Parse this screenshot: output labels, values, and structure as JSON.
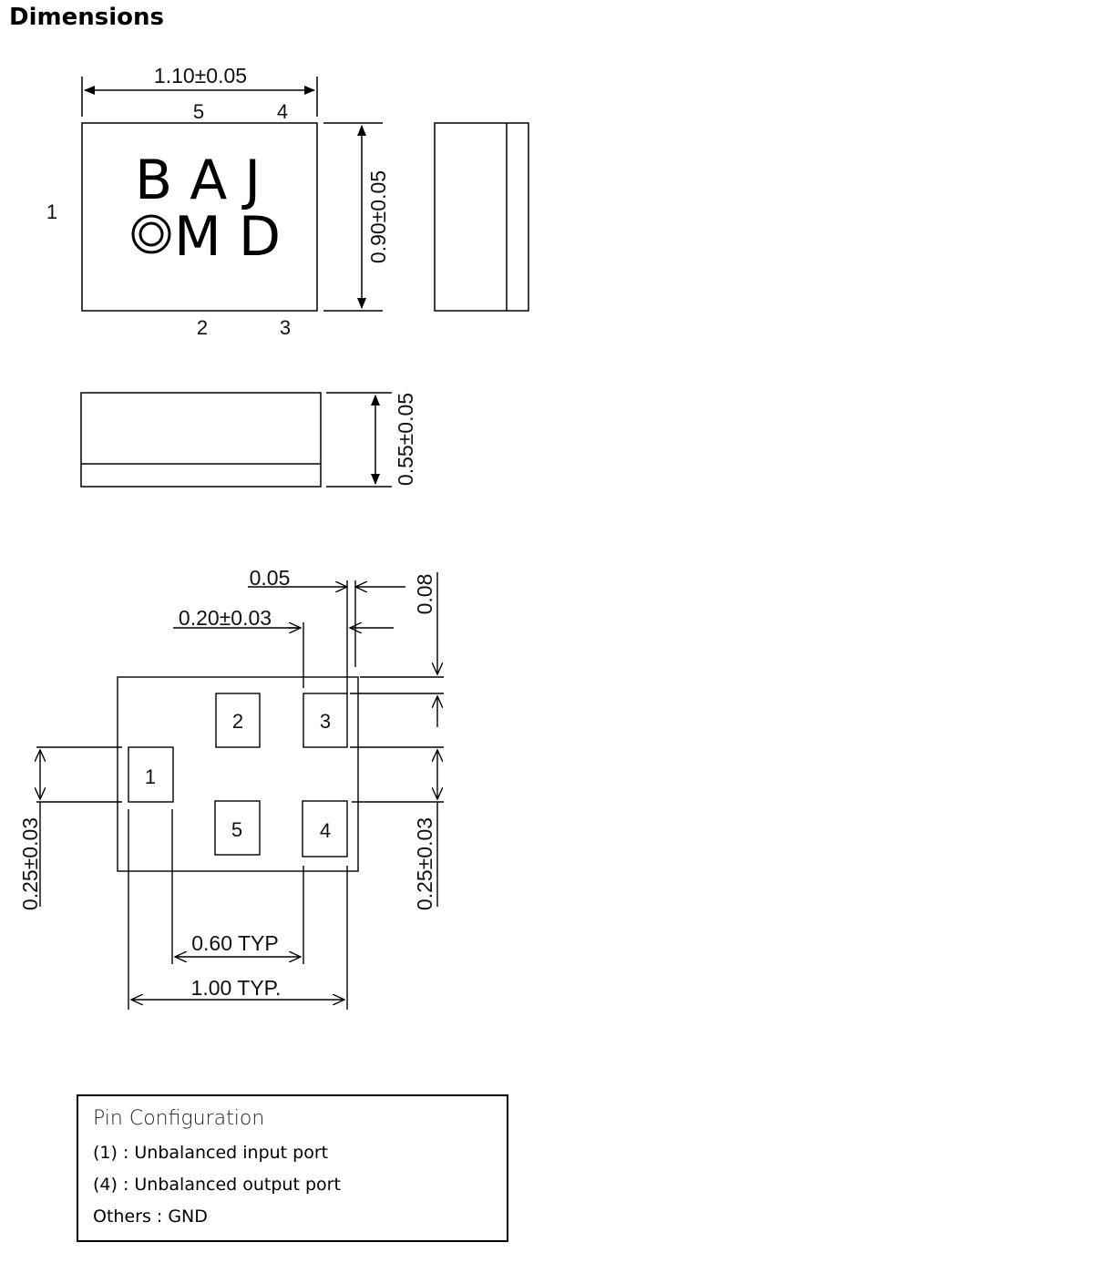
{
  "page": {
    "title": "Dimensions"
  },
  "top_view": {
    "width_dim": "1.10±0.05",
    "height_dim": "0.90±0.05",
    "marking_line1": "B A J",
    "marking_line2": "M D",
    "pin_labels": {
      "p1": "1",
      "p2": "2",
      "p3": "3",
      "p4": "4",
      "p5": "5"
    }
  },
  "front_view": {
    "thickness_dim": "0.55±0.05"
  },
  "bottom_view": {
    "dim_0_05": "0.05",
    "dim_0_08": "0.08",
    "dim_pad_width": "0.20±0.03",
    "dim_left_pad": "0.25±0.03",
    "dim_right_pad": "0.25±0.03",
    "dim_pitch": "0.60 TYP",
    "dim_span": "1.00 TYP.",
    "pads": {
      "p1": "1",
      "p2": "2",
      "p3": "3",
      "p4": "4",
      "p5": "5"
    }
  },
  "pin_configuration": {
    "title": "Pin Configuration",
    "rows": [
      "(1) : Unbalanced input port",
      "(4) : Unbalanced output port",
      "Others : GND"
    ]
  }
}
